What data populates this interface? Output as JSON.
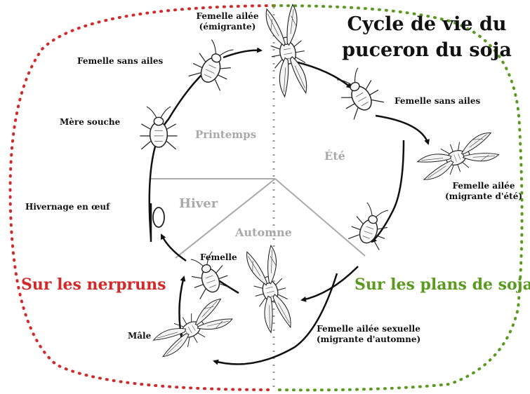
{
  "title_line1": "Cycle de vie du",
  "title_line2": "puceron du soja",
  "regions": {
    "left": "Sur les nerpruns",
    "right": "Sur les plans de soja"
  },
  "seasons": {
    "spring": "Printemps",
    "summer": "Été",
    "winter": "Hiver",
    "autumn": "Automne"
  },
  "stages": {
    "winged_emigrant_line1": "Femelle ailée",
    "winged_emigrant_line2": "(émigrante)",
    "wingless_left": "Femelle sans ailes",
    "wingless_right": "Femelle sans ailes",
    "stem_mother": "Mère souche",
    "winged_summer_line1": "Femelle ailée",
    "winged_summer_line2": "(migrante d'été)",
    "overwintering": "Hivernage en œuf",
    "female": "Femelle",
    "male": "Mâle",
    "sexual_winged_line1": "Femelle ailée sexuelle",
    "sexual_winged_line2": "(migrante d'automne)"
  },
  "colors": {
    "left_region": "#d22a2a",
    "right_region": "#5a9a1e",
    "season_text": "#a9a9a9",
    "cycle_line": "#111111"
  },
  "icons": [
    "aphid-icon",
    "winged-aphid-icon",
    "egg-icon",
    "arrow-icon"
  ]
}
